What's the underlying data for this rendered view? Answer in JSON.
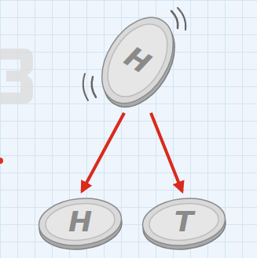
{
  "diagram": {
    "nodes": [
      {
        "text": [
          "H"
        ]
      },
      {
        "text": [
          "H"
        ]
      },
      {
        "text": [
          "T"
        ]
      }
    ],
    "edges": [
      {
        "from": 0,
        "to": 1,
        "arrow": "to"
      },
      {
        "from": 0,
        "to": 2,
        "arrow": "to"
      }
    ]
  }
}
